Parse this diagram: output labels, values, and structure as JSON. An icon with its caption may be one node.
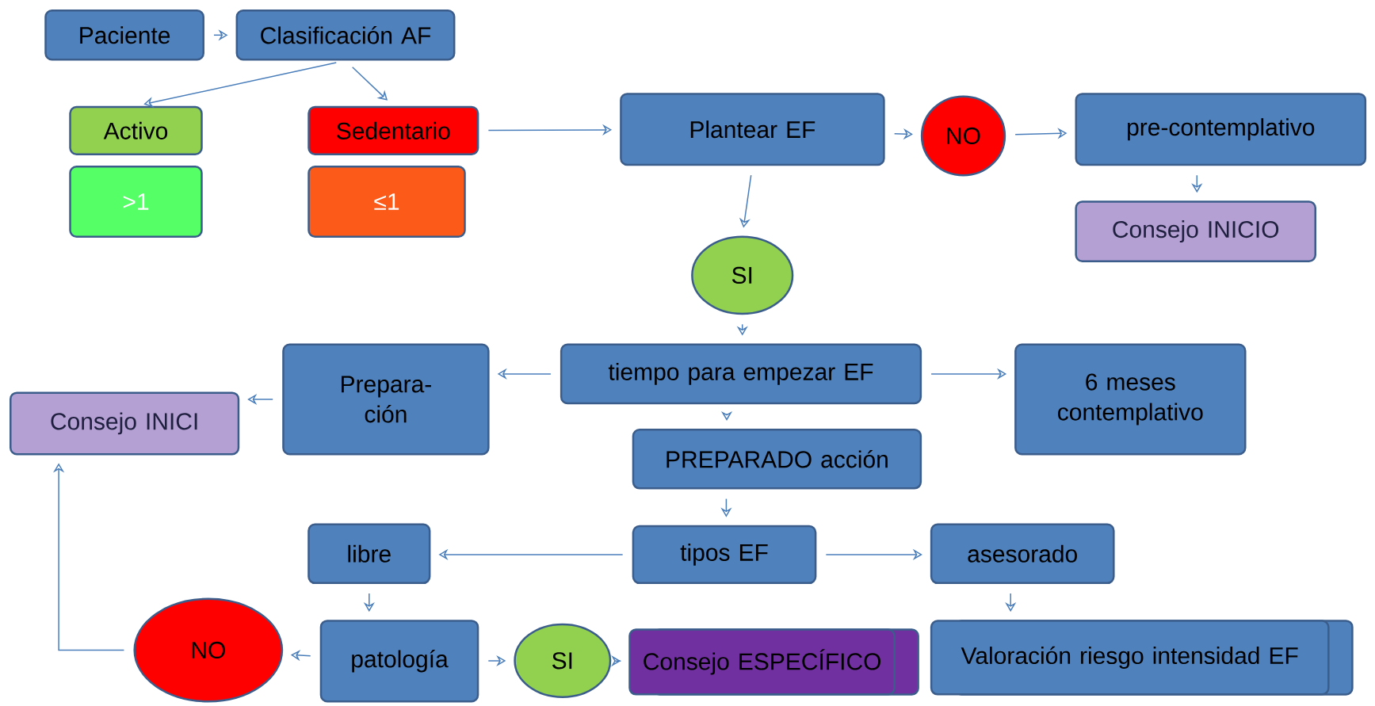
{
  "diagram": {
    "nodes": [
      {
        "text": [
          "Paciente"
        ]
      },
      {
        "text": [
          "Clasificación AF"
        ]
      },
      {
        "text": [
          "Activo"
        ]
      },
      {
        "text": [
          ">1"
        ]
      },
      {
        "text": [
          "Sedentario"
        ]
      },
      {
        "text": [
          "≤1"
        ]
      },
      {
        "text": [
          "Plantear EF"
        ]
      },
      {
        "text": [
          "NO"
        ]
      },
      {
        "text": [
          "pre-contemplativo"
        ]
      },
      {
        "text": [
          "Consejo  INICIO"
        ]
      },
      {
        "text": [
          "SI"
        ]
      },
      {
        "text": [
          "tiempo para empezar EF"
        ]
      },
      {
        "text": [
          "Prepara- ción"
        ]
      },
      {
        "text": [
          "Consejo INICI"
        ]
      },
      {
        "text": [
          "6 meses contemplativo"
        ]
      },
      {
        "text": [
          "PREPARADO acción"
        ]
      },
      {
        "text": [
          "tipos EF"
        ]
      },
      {
        "text": [
          "libre"
        ]
      },
      {
        "text": [
          "asesorado"
        ]
      },
      {
        "text": [
          "NO"
        ]
      },
      {
        "text": [
          "patología"
        ]
      },
      {
        "text": [
          "SI"
        ]
      },
      {
        "text": [
          "Consejo ESPECÍFICO"
        ]
      },
      {
        "text": [
          "Valoración riesgo intensidad EF"
        ]
      }
    ],
    "edges": [
      {
        "from": 0,
        "to": 1,
        "arrow": "to"
      },
      {
        "from": 1,
        "to": 2,
        "arrow": "to"
      },
      {
        "from": 1,
        "to": 4,
        "arrow": "to"
      },
      {
        "from": 4,
        "to": 6,
        "arrow": "to"
      },
      {
        "from": 6,
        "to": 7,
        "arrow": "to"
      },
      {
        "from": 7,
        "to": 8,
        "arrow": "to"
      },
      {
        "from": 8,
        "to": 9,
        "arrow": "to"
      },
      {
        "from": 6,
        "to": 10,
        "arrow": "to"
      },
      {
        "from": 10,
        "to": 11,
        "arrow": "to"
      },
      {
        "from": 11,
        "to": 12,
        "arrow": "to"
      },
      {
        "from": 12,
        "to": 13,
        "arrow": "to"
      },
      {
        "from": 11,
        "to": 14,
        "arrow": "to"
      },
      {
        "from": 11,
        "to": 15,
        "arrow": "to"
      },
      {
        "from": 15,
        "to": 16,
        "arrow": "to"
      },
      {
        "from": 16,
        "to": 17,
        "arrow": "to"
      },
      {
        "from": 16,
        "to": 18,
        "arrow": "to"
      },
      {
        "from": 17,
        "to": 20,
        "arrow": "to"
      },
      {
        "from": 20,
        "to": 19,
        "arrow": "to"
      },
      {
        "from": 20,
        "to": 21,
        "arrow": "to"
      },
      {
        "from": 21,
        "to": 22,
        "arrow": "to"
      },
      {
        "from": 18,
        "to": 23,
        "arrow": "to"
      },
      {
        "from": 19,
        "to": 13,
        "arrow": "to"
      }
    ]
  }
}
